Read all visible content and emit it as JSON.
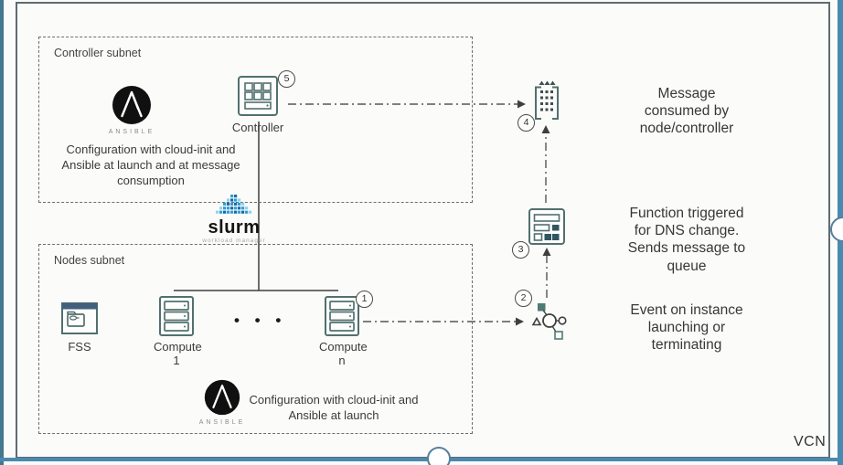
{
  "vcn_label": "VCN",
  "controller_subnet": {
    "label": "Controller subnet",
    "caption": "Configuration with cloud-init and\nAnsible at launch and at message\nconsumption",
    "controller_label": "Controller",
    "controller_badge": "5"
  },
  "nodes_subnet": {
    "label": "Nodes subnet",
    "fss_label": "FSS",
    "compute1_label": "Compute 1",
    "computen_label": "Compute n",
    "computen_badge": "1",
    "ellipsis": "• • •",
    "caption": "Configuration with cloud-init and\nAnsible at launch"
  },
  "ansible_brand": "ANSIBLE",
  "slurm": {
    "name": "slurm",
    "tagline": "workload manager"
  },
  "flow": {
    "queue_badge": "4",
    "queue_text": "Message\nconsumed by\nnode/controller",
    "function_badge": "3",
    "function_text": "Function triggered\nfor DNS change.\nSends message to\nqueue",
    "events_badge": "2",
    "events_text": "Event on instance\nlaunching or\nterminating"
  },
  "icons": [
    "ansible-logo-icon",
    "controller-icon",
    "slurm-logo-icon",
    "fss-icon",
    "compute-icon",
    "queue-icon",
    "function-icon",
    "events-icon"
  ],
  "colors": {
    "icon_stroke": "#51706f",
    "icon_fill_dark": "#315660",
    "teal_fill": "#4e7b76",
    "slurm_dark": "#1a6aa8",
    "slurm_mid": "#2e9fd6",
    "slurm_light": "#8ed4f0",
    "frame_blue": "#4a8ab0",
    "text": "#3d3d3d"
  }
}
